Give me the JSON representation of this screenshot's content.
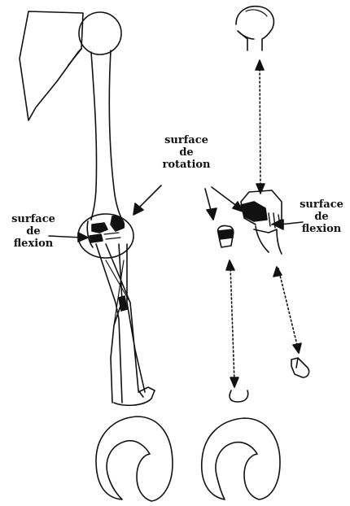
{
  "labels": {
    "flexion_left": {
      "line1": "surface",
      "line2": "de",
      "line3": "flexion"
    },
    "rotation": {
      "line1": "surface",
      "line2": "de",
      "line3": "rotation"
    },
    "flexion_right": {
      "line1": "surface",
      "line2": "de",
      "line3": "flexion"
    }
  },
  "colors": {
    "ink": "#111111",
    "background": "#ffffff"
  }
}
